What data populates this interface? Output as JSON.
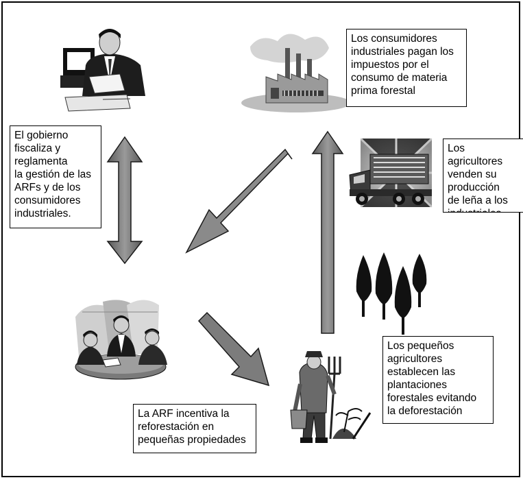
{
  "boxes": {
    "consumers": "Los consumidores\nindustriales pagan los\nimpuestos por el\nconsumo de materia\nprima forestal",
    "government": "El gobierno\nfiscaliza y\nreglamenta\nla gestión de las\nARFs y de los\nconsumidores\nindustriales.",
    "farmers_sell": "Los agricultores\nvenden su\nproducción\nde leña a los\nindustriales",
    "small_farmers": "Los pequeños\nagricultores\nestablecen las\nplantaciones\nforestales evitando\nla deforestación",
    "arf": "La ARF incentiva la\nreforestación en\npequeñas propiedades"
  },
  "icons": {
    "government": "businessman-at-computer-icon",
    "factory": "factory-icon",
    "truck": "log-truck-icon",
    "trees": "pine-trees-icon",
    "meeting": "meeting-table-icon",
    "farmer": "farmer-with-pitchfork-icon"
  },
  "colors": {
    "arrow_fill": "#7a7a7a",
    "arrow_stroke": "#1a1a1a"
  }
}
